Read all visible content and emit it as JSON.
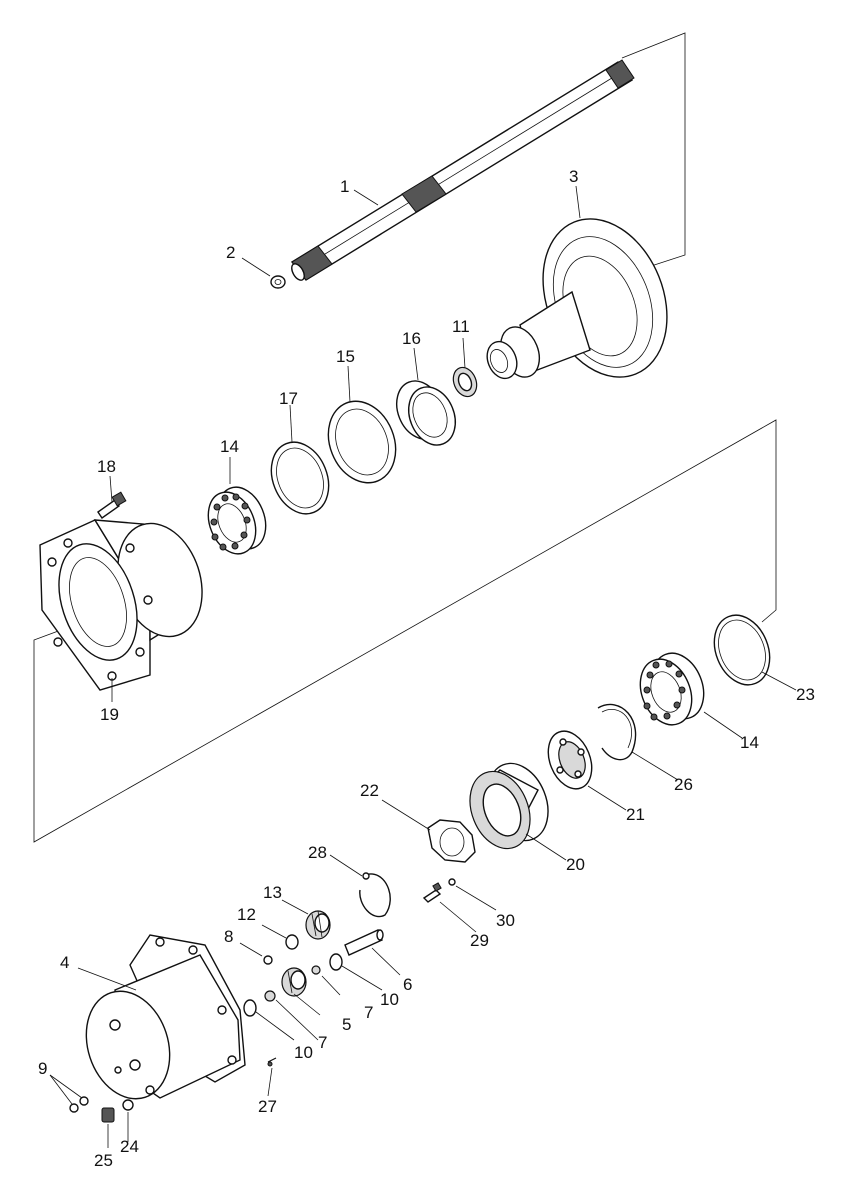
{
  "diagram": {
    "labels": [
      {
        "id": "l1",
        "text": "1"
      },
      {
        "id": "l2",
        "text": "2"
      },
      {
        "id": "l3",
        "text": "3"
      },
      {
        "id": "l4",
        "text": "4"
      },
      {
        "id": "l5",
        "text": "5"
      },
      {
        "id": "l6",
        "text": "6"
      },
      {
        "id": "l7a",
        "text": "7"
      },
      {
        "id": "l7b",
        "text": "7"
      },
      {
        "id": "l8",
        "text": "8"
      },
      {
        "id": "l9",
        "text": "9"
      },
      {
        "id": "l10a",
        "text": "10"
      },
      {
        "id": "l10b",
        "text": "10"
      },
      {
        "id": "l11",
        "text": "11"
      },
      {
        "id": "l12",
        "text": "12"
      },
      {
        "id": "l13",
        "text": "13"
      },
      {
        "id": "l14a",
        "text": "14"
      },
      {
        "id": "l14b",
        "text": "14"
      },
      {
        "id": "l15",
        "text": "15"
      },
      {
        "id": "l16",
        "text": "16"
      },
      {
        "id": "l17",
        "text": "17"
      },
      {
        "id": "l18",
        "text": "18"
      },
      {
        "id": "l19",
        "text": "19"
      },
      {
        "id": "l20",
        "text": "20"
      },
      {
        "id": "l21",
        "text": "21"
      },
      {
        "id": "l22",
        "text": "22"
      },
      {
        "id": "l23",
        "text": "23"
      },
      {
        "id": "l24",
        "text": "24"
      },
      {
        "id": "l25",
        "text": "25"
      },
      {
        "id": "l26",
        "text": "26"
      },
      {
        "id": "l27",
        "text": "27"
      },
      {
        "id": "l28",
        "text": "28"
      },
      {
        "id": "l29",
        "text": "29"
      },
      {
        "id": "l30",
        "text": "30"
      }
    ]
  }
}
